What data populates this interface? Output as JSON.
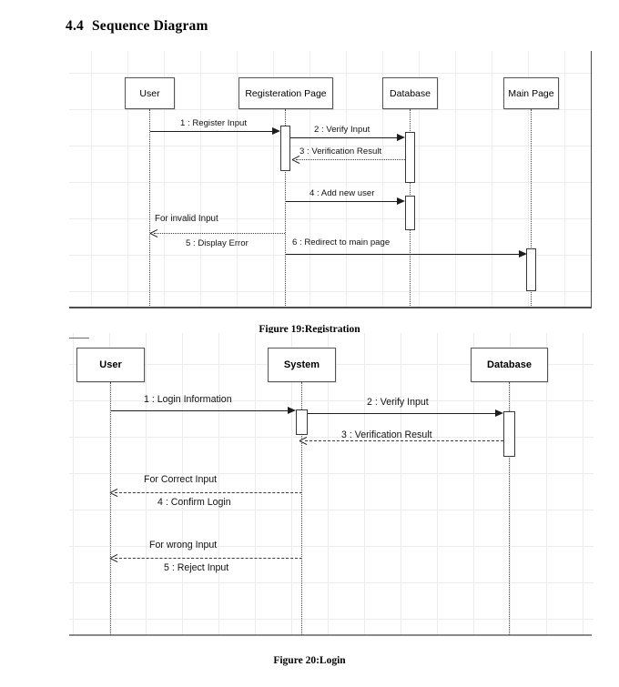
{
  "heading": {
    "number": "4.4",
    "text": "Sequence Diagram"
  },
  "figures": [
    {
      "caption": "Figure 19:Registration",
      "participants": [
        {
          "label": "User"
        },
        {
          "label": "Registeration Page"
        },
        {
          "label": "Database"
        },
        {
          "label": "Main Page"
        }
      ],
      "messages": [
        {
          "label": "1 : Register Input"
        },
        {
          "label": "2 : Verify Input"
        },
        {
          "label": "3 : Verification Result"
        },
        {
          "label": "4 : Add new user"
        },
        {
          "label": "5 : Display Error"
        },
        {
          "label": "6 : Redirect to main page"
        }
      ],
      "guards": [
        {
          "label": "For invalid Input"
        }
      ]
    },
    {
      "caption": "Figure 20:Login",
      "participants": [
        {
          "label": "User"
        },
        {
          "label": "System"
        },
        {
          "label": "Database"
        }
      ],
      "messages": [
        {
          "label": "1 : Login Information"
        },
        {
          "label": "2 : Verify Input"
        },
        {
          "label": "3 : Verification Result"
        },
        {
          "label": "4 : Confirm Login"
        },
        {
          "label": "5 : Reject Input"
        }
      ],
      "guards": [
        {
          "label": "For Correct Input"
        },
        {
          "label": "For wrong Input"
        }
      ]
    }
  ],
  "colors": {
    "box_border": "#555555",
    "lifeline": "#4a4a4a",
    "arrow": "#1d1d1d",
    "grid": "#ececec",
    "frame": "#4d4d4d"
  }
}
